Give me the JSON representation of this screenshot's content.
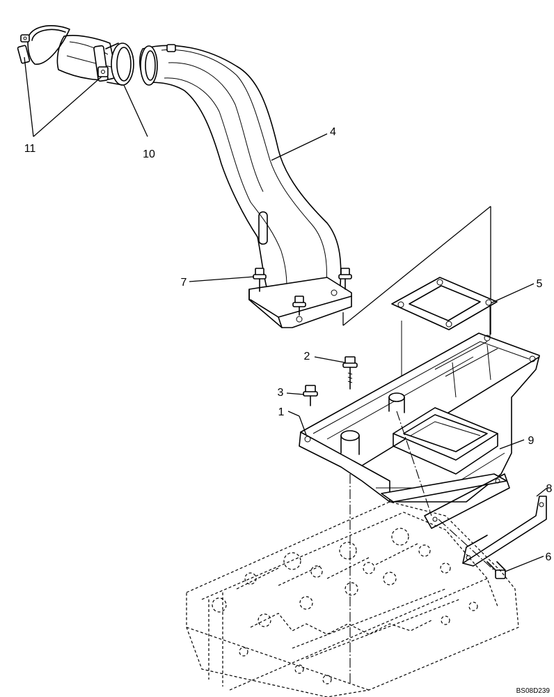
{
  "callouts": [
    {
      "id": "c1",
      "label": "1"
    },
    {
      "id": "c2",
      "label": "2"
    },
    {
      "id": "c3",
      "label": "3"
    },
    {
      "id": "c4",
      "label": "4"
    },
    {
      "id": "c5",
      "label": "5"
    },
    {
      "id": "c6",
      "label": "6"
    },
    {
      "id": "c7",
      "label": "7"
    },
    {
      "id": "c8",
      "label": "8"
    },
    {
      "id": "c9",
      "label": "9"
    },
    {
      "id": "c10",
      "label": "10"
    },
    {
      "id": "c11",
      "label": "11"
    }
  ],
  "reference_code": "BS08D239"
}
